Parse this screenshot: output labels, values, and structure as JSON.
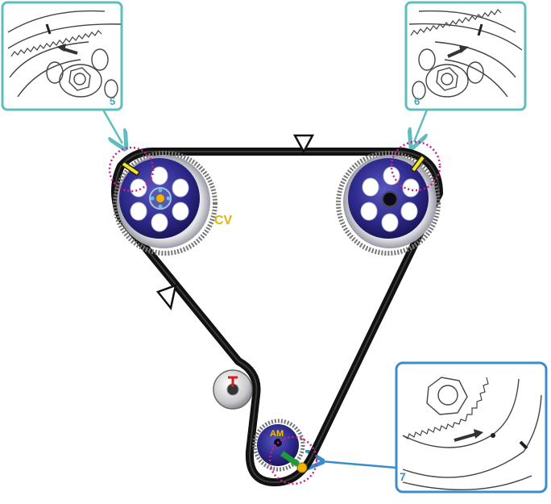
{
  "labels": {
    "inset_top_left": "5",
    "inset_top_right": "6",
    "inset_bottom_right": "7",
    "camshaft_pulley": "CV",
    "crankshaft_pulley": "AM"
  },
  "colors": {
    "belt": "#111111",
    "pulley_dark": "#1d1a6e",
    "pulley_mid": "#4a47a8",
    "inset_border_teal": "#5fbdbd",
    "inset_border_blue": "#3a8dc8",
    "mark_circle": "#c8208a",
    "timing_mark": "#f4ea1a",
    "label_yellow": "#e8b400",
    "label_teal": "#3aa8b8",
    "label_blue": "#3a8dc8",
    "tensioner_red": "#d0201a",
    "crank_pointer": "#1e9a3a",
    "crank_dot": "#f0b400"
  },
  "icons": [
    "direction-arrow-icon",
    "timing-mark-icon",
    "reference-arrow-icon"
  ]
}
